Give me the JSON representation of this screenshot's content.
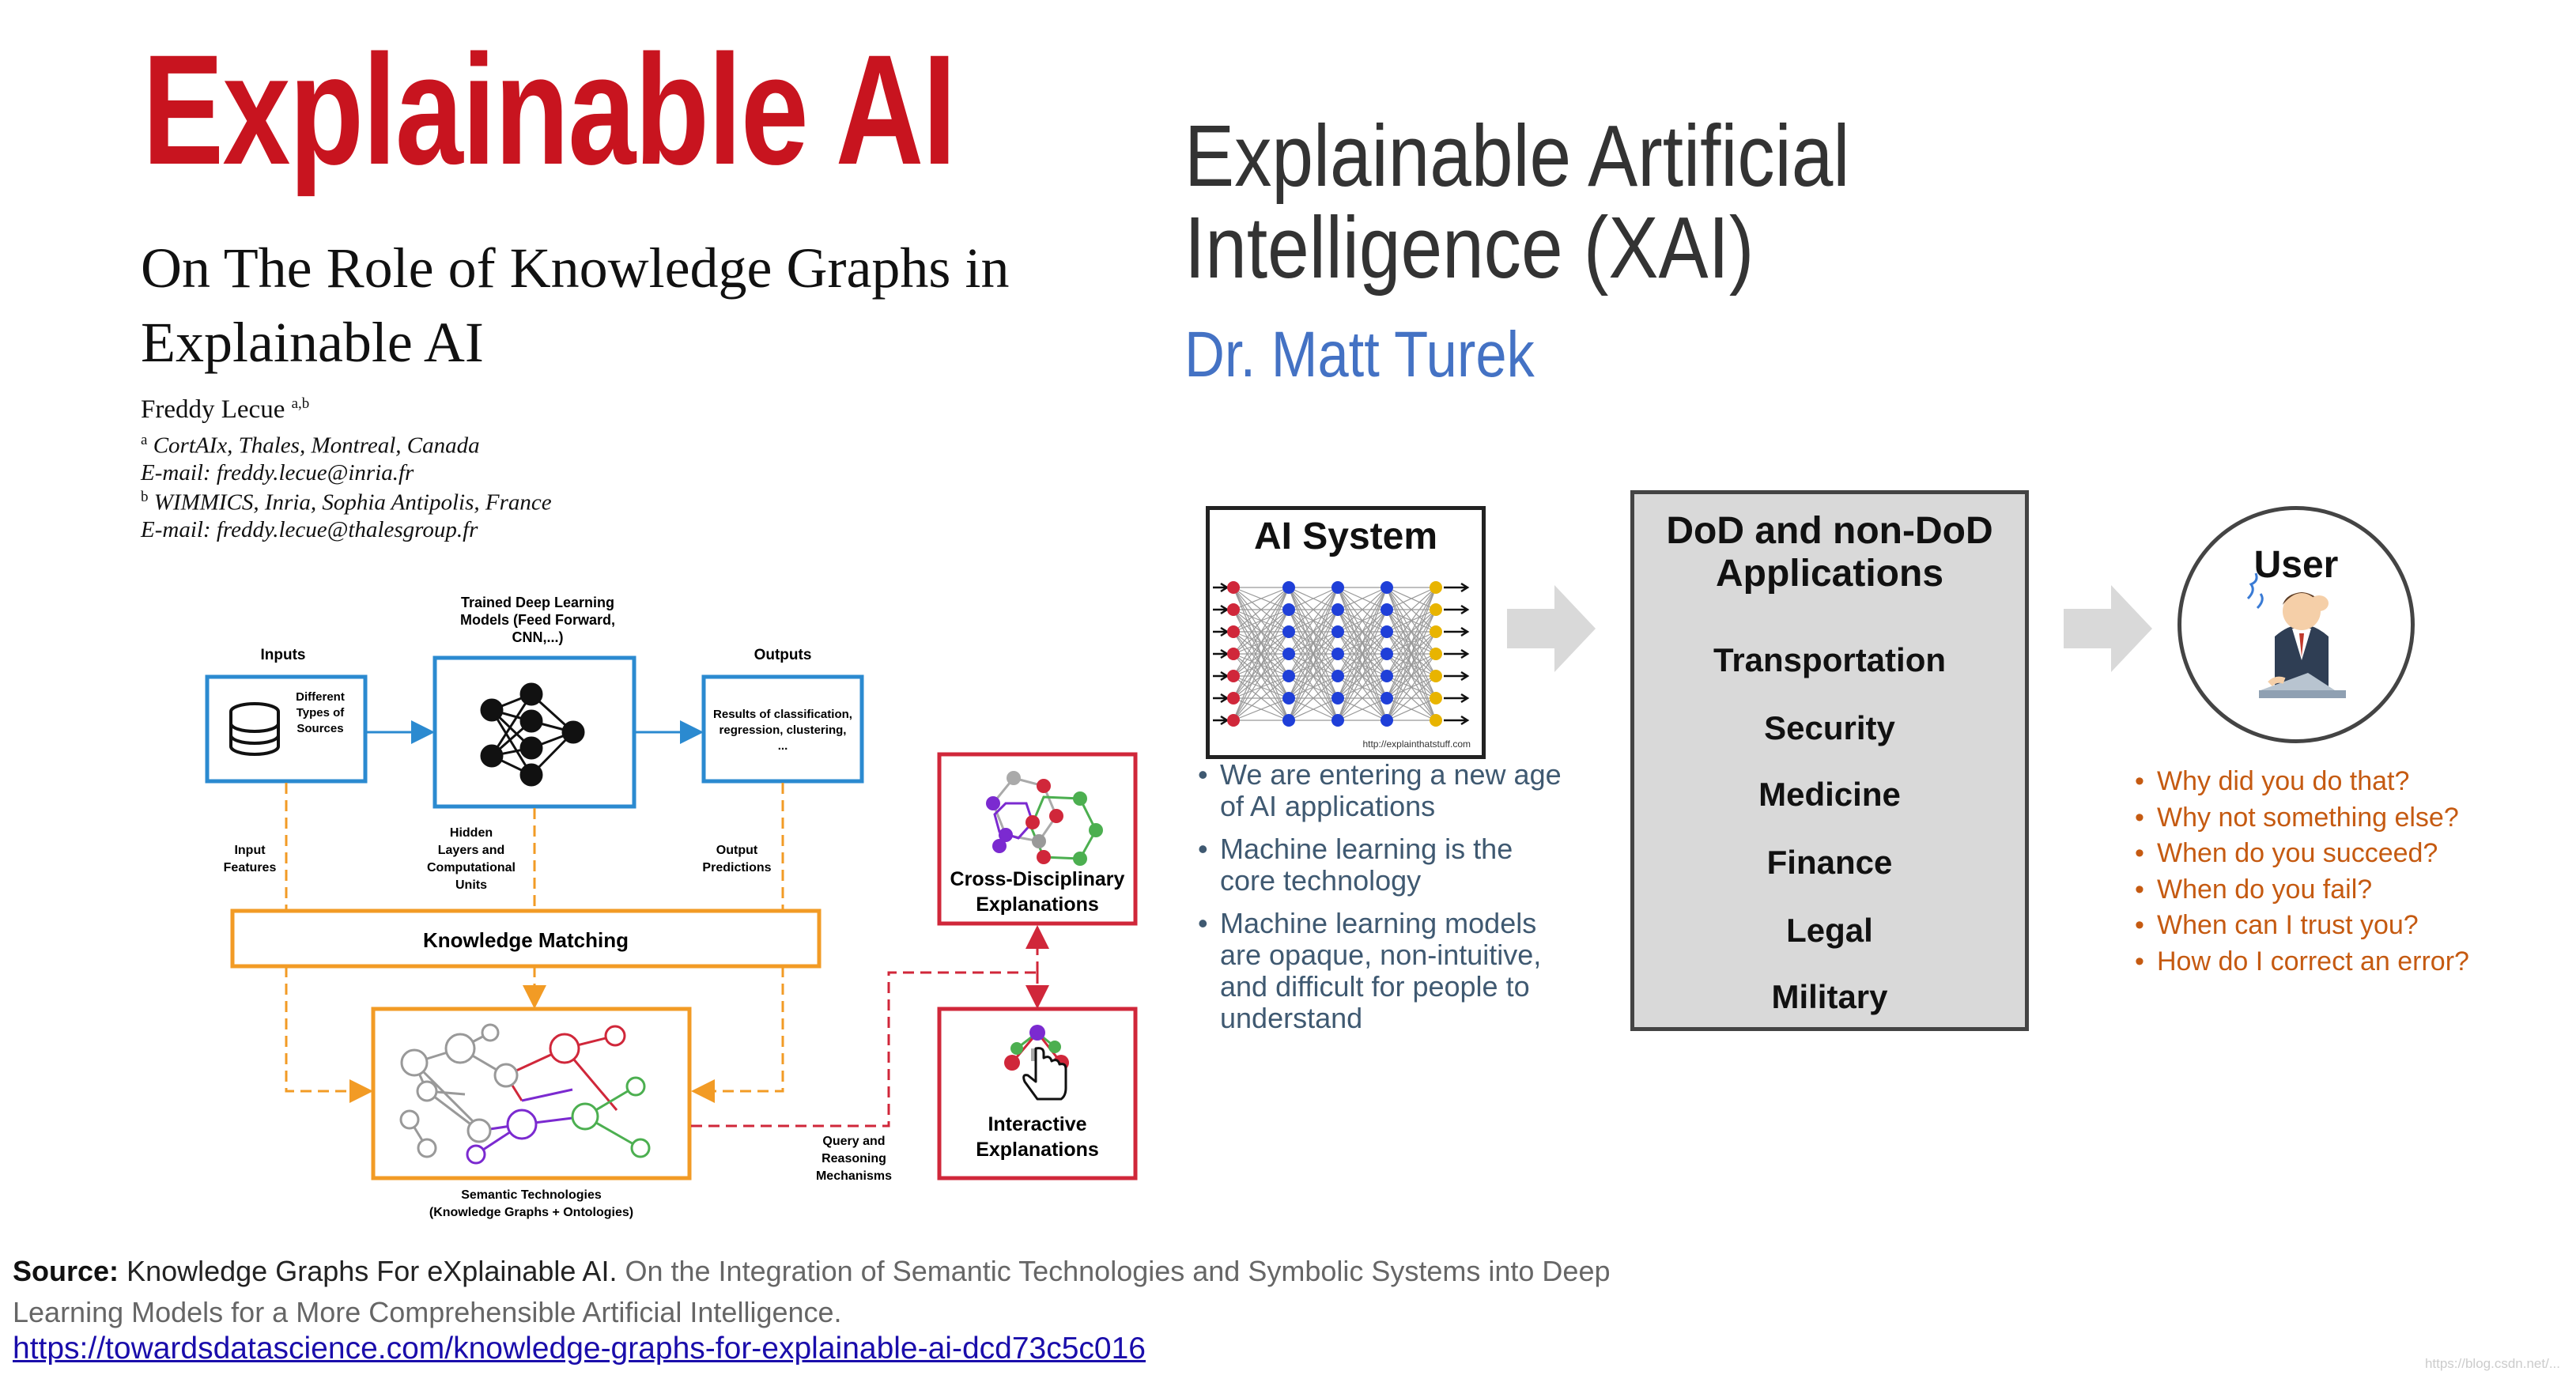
{
  "colors": {
    "title_red": "#c8141f",
    "xai_author_blue": "#4472c4",
    "box_blue": "#2b8ad0",
    "box_orange": "#f29b25",
    "box_red": "#d0273a",
    "user_orange": "#c55a11"
  },
  "left": {
    "title": "Explainable AI",
    "paper": {
      "title": "On The Role of Knowledge Graphs in Explainable AI",
      "author": "Freddy Lecue",
      "author_sup": "a,b",
      "affiliations": [
        {
          "sup": "a",
          "text": "CortAIx, Thales, Montreal, Canada"
        },
        {
          "sup": "",
          "text": "E-mail: freddy.lecue@inria.fr"
        },
        {
          "sup": "b",
          "text": "WIMMICS, Inria, Sophia Antipolis, France"
        },
        {
          "sup": "",
          "text": "E-mail: freddy.lecue@thalesgroup.fr"
        }
      ]
    },
    "diagram": {
      "inputs_label": "Inputs",
      "inputs_box": [
        "Different",
        "Types of",
        "Sources"
      ],
      "model_label": [
        "Trained Deep Learning",
        "Models (Feed Forward,",
        "CNN,...)"
      ],
      "outputs_label": "Outputs",
      "outputs_box": [
        "Results of classification,",
        "regression, clustering,",
        "..."
      ],
      "input_features": [
        "Input",
        "Features"
      ],
      "hidden_layers": [
        "Hidden",
        "Layers and",
        "Computational",
        "Units"
      ],
      "output_predictions": [
        "Output",
        "Predictions"
      ],
      "knowledge_matching": "Knowledge Matching",
      "semantic_tech": [
        "Semantic Technologies",
        "(Knowledge Graphs + Ontologies)"
      ],
      "query_reasoning": [
        "Query and",
        "Reasoning",
        "Mechanisms"
      ],
      "cross_disciplinary": [
        "Cross-Disciplinary",
        "Explanations"
      ],
      "interactive": [
        "Interactive",
        "Explanations"
      ]
    },
    "source": {
      "label": "Source:",
      "name": "Knowledge Graphs For eXplainable AI.",
      "description": "On the Integration of Semantic Technologies and Symbolic Systems into Deep Learning Models for a More Comprehensible Artificial Intelligence.",
      "url": "https://towardsdatascience.com/knowledge-graphs-for-explainable-ai-dcd73c5c016"
    }
  },
  "right": {
    "title_line1": "Explainable Artificial",
    "title_line2": "Intelligence (XAI)",
    "author": "Dr. Matt Turek",
    "ai_system": {
      "title": "AI System",
      "credit": "http://explainthatstuff.com",
      "bullets": [
        "We are entering a new age of AI applications",
        "Machine learning is the core technology",
        "Machine learning models are opaque, non-intuitive, and difficult for people to understand"
      ]
    },
    "applications": {
      "title_line1": "DoD and non-DoD",
      "title_line2": "Applications",
      "items": [
        "Transportation",
        "Security",
        "Medicine",
        "Finance",
        "Legal",
        "Military"
      ]
    },
    "user": {
      "label": "User",
      "questions": [
        "Why did you do that?",
        "Why not something else?",
        "When do you succeed?",
        "When do you fail?",
        "When can I trust you?",
        "How do I correct an error?"
      ]
    }
  },
  "watermark": "https://blog.csdn.net/..."
}
